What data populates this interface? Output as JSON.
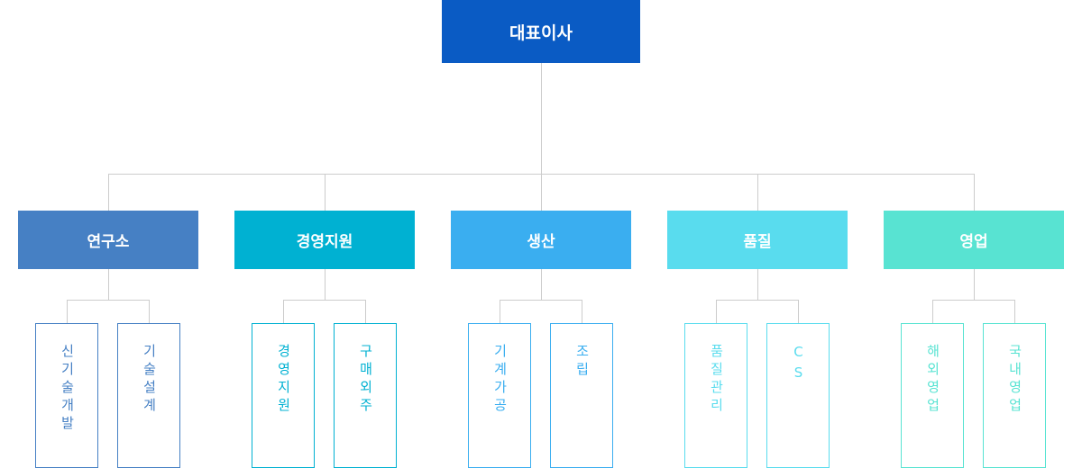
{
  "ceo": {
    "label": "대표이사",
    "color": "#0a5bc4"
  },
  "departments": [
    {
      "label": "연구소",
      "color": "#4680c4",
      "subs": [
        "신기술개발",
        "기술설계"
      ]
    },
    {
      "label": "경영지원",
      "color": "#00b1d2",
      "subs": [
        "경영지원",
        "구매외주"
      ]
    },
    {
      "label": "생산",
      "color": "#3aaef0",
      "subs": [
        "기계가공",
        "조립"
      ]
    },
    {
      "label": "품질",
      "color": "#59dcee",
      "subs": [
        "품질관리",
        "CS"
      ]
    },
    {
      "label": "영업",
      "color": "#58e3d2",
      "subs": [
        "해외영업",
        "국내영업"
      ]
    }
  ]
}
